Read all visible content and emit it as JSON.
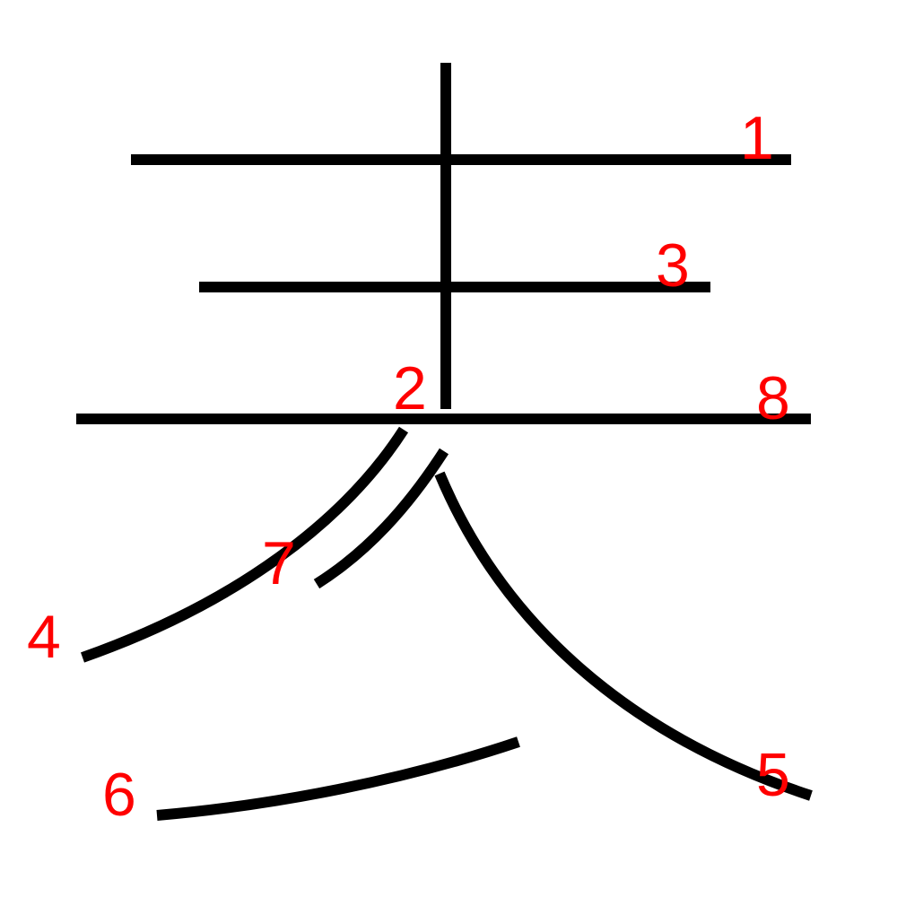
{
  "colors": {
    "background": "#ffffff",
    "stroke": "#000000",
    "label": "#ff0000"
  },
  "strokes": [
    {
      "order": 1,
      "label": "1"
    },
    {
      "order": 2,
      "label": "2"
    },
    {
      "order": 3,
      "label": "3"
    },
    {
      "order": 4,
      "label": "4"
    },
    {
      "order": 5,
      "label": "5"
    },
    {
      "order": 6,
      "label": "6"
    },
    {
      "order": 7,
      "label": "7"
    },
    {
      "order": 8,
      "label": "8"
    }
  ]
}
